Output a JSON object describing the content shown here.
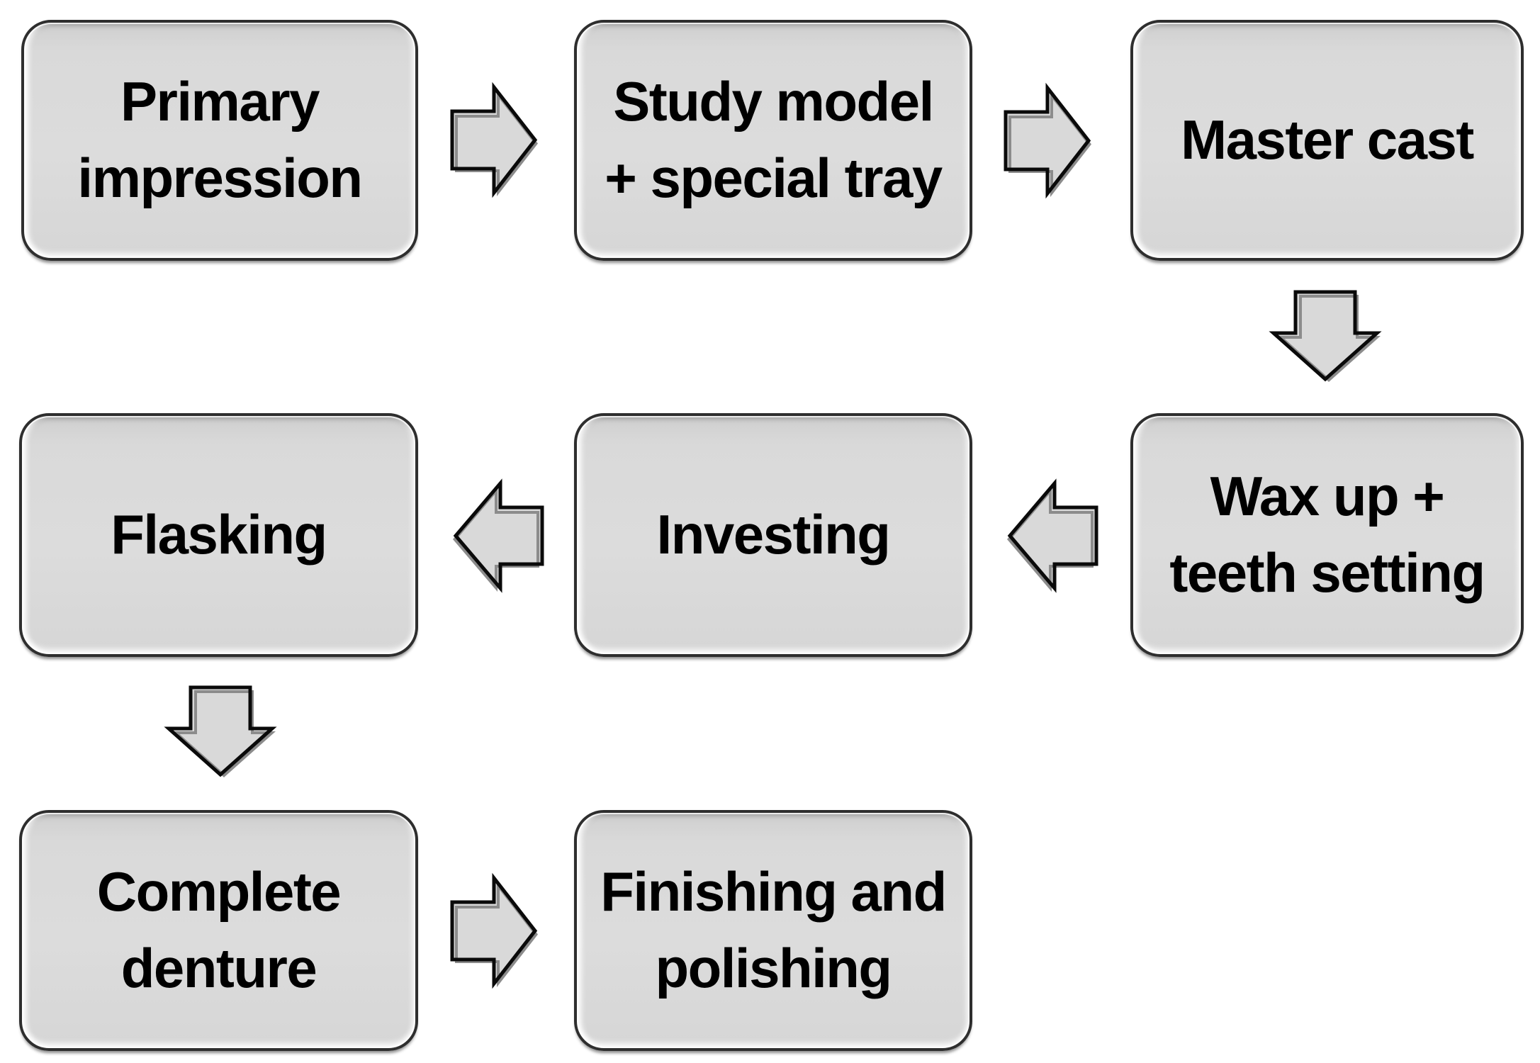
{
  "figure": {
    "type": "flowchart",
    "description": "Complete denture fabrication workflow",
    "background": "#ffffff"
  },
  "colors": {
    "node_fill": "#d9d9d9",
    "node_border": "#2e2e2e",
    "node_highlight": "#ffffff",
    "arrow_fill": "#d9d9d9",
    "arrow_outline": "#0a0a0a",
    "arrow_inner_shadow": "#8c8c8c",
    "text": "#000000"
  },
  "nodes": [
    {
      "id": "primary-impression",
      "label": "Primary\nimpression"
    },
    {
      "id": "study-model-special-tray",
      "label": "Study model\n+ special tray"
    },
    {
      "id": "master-cast",
      "label": "Master cast"
    },
    {
      "id": "wax-up-teeth-setting",
      "label": "Wax up +\nteeth setting"
    },
    {
      "id": "investing",
      "label": "Investing"
    },
    {
      "id": "flasking",
      "label": "Flasking"
    },
    {
      "id": "complete-denture",
      "label": "Complete\ndenture"
    },
    {
      "id": "finishing-polishing",
      "label": "Finishing and\npolishing"
    }
  ],
  "connectors": [
    {
      "from": "primary-impression",
      "to": "study-model-special-tray",
      "direction": "right"
    },
    {
      "from": "study-model-special-tray",
      "to": "master-cast",
      "direction": "right"
    },
    {
      "from": "master-cast",
      "to": "wax-up-teeth-setting",
      "direction": "down"
    },
    {
      "from": "wax-up-teeth-setting",
      "to": "investing",
      "direction": "left"
    },
    {
      "from": "investing",
      "to": "flasking",
      "direction": "left"
    },
    {
      "from": "flasking",
      "to": "complete-denture",
      "direction": "down"
    },
    {
      "from": "complete-denture",
      "to": "finishing-polishing",
      "direction": "right"
    }
  ]
}
